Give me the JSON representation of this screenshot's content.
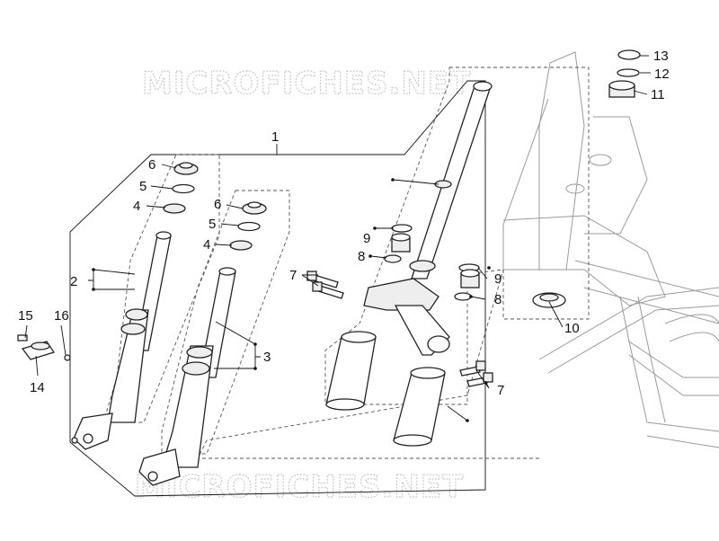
{
  "watermark": {
    "text_top": "MICROFICHES.NET",
    "text_bottom": "MICROFICHES.NET"
  },
  "callouts": {
    "c1": "1",
    "c2": "2",
    "c3": "3",
    "c4a": "4",
    "c4b": "4",
    "c5a": "5",
    "c5b": "5",
    "c6a": "6",
    "c6b": "6",
    "c7a": "7",
    "c7b": "7",
    "c8a": "8",
    "c8b": "8",
    "c9a": "9",
    "c9b": "9",
    "c10": "10",
    "c11": "11",
    "c12": "12",
    "c13": "13",
    "c14": "14",
    "c15": "15",
    "c16": "16"
  }
}
